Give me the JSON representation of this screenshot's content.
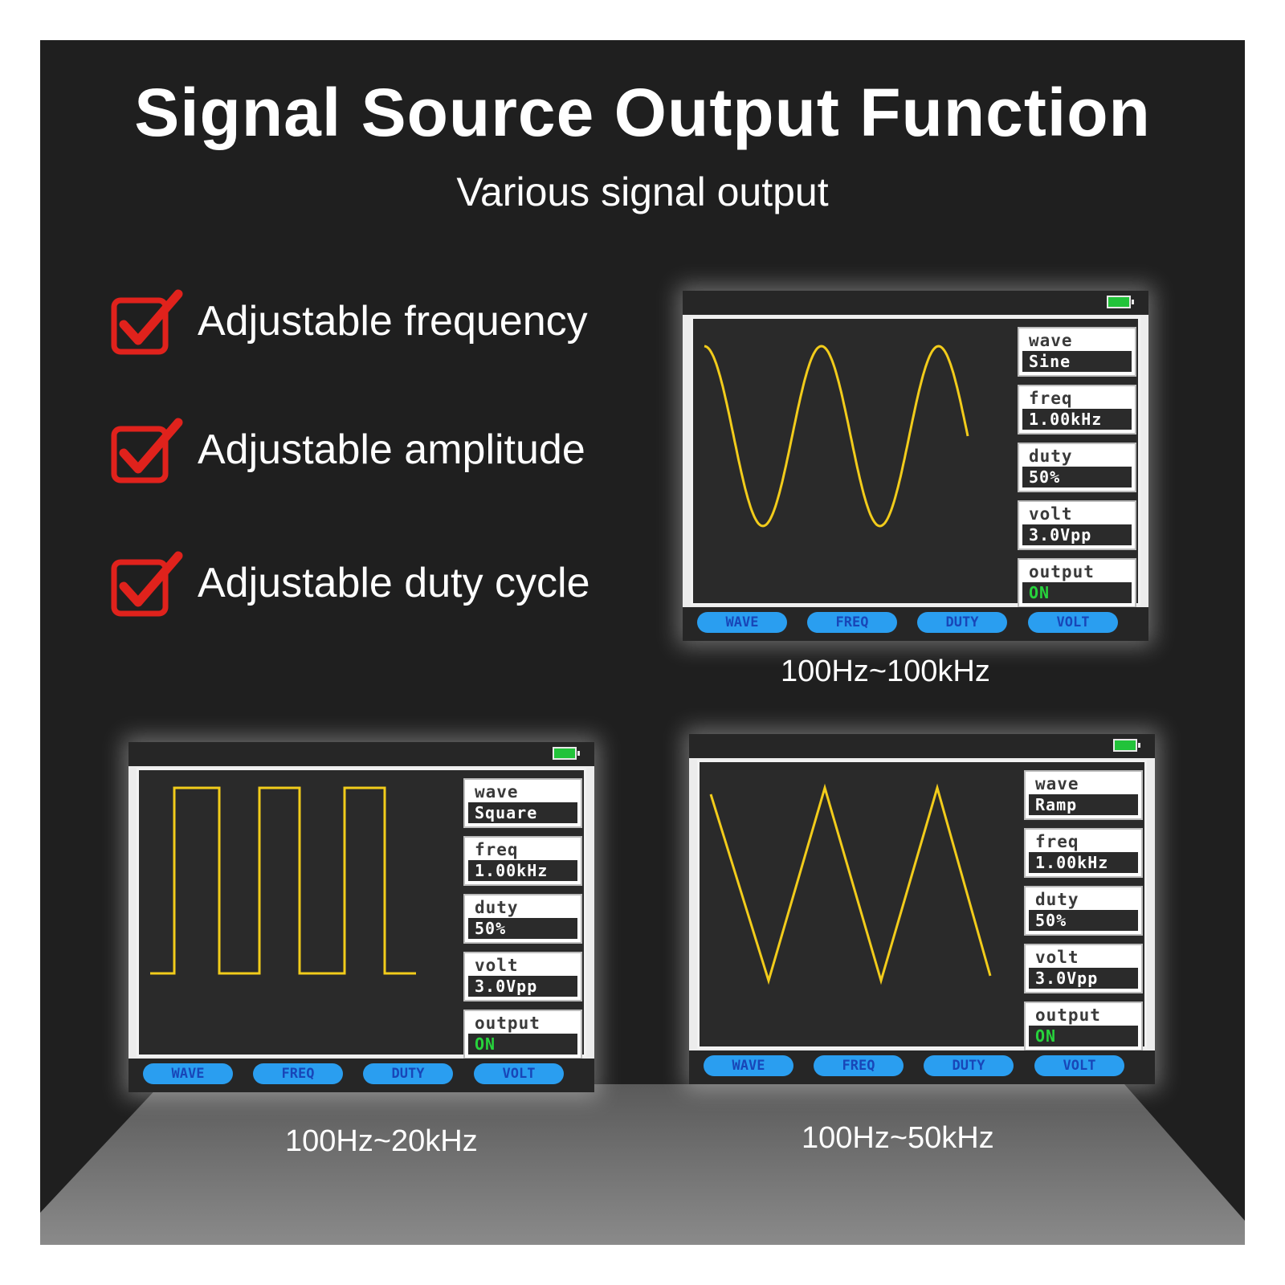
{
  "title": "Signal Source Output Function",
  "subtitle": "Various signal output",
  "features": [
    "Adjustable frequency",
    "Adjustable amplitude",
    "Adjustable duty cycle"
  ],
  "colors": {
    "check": "#e0221c",
    "waveform": "#f2cc1b",
    "button": "#2a9ef0",
    "output_on": "#27d43c",
    "battery": "#22c33a"
  },
  "devices": [
    {
      "shape": "sine",
      "range_label": "100Hz~100kHz",
      "params": {
        "wave_label": "wave",
        "wave_value": "Sine",
        "freq_label": "freq",
        "freq_value": "1.00kHz",
        "duty_label": "duty",
        "duty_value": "50%",
        "volt_label": "volt",
        "volt_value": "3.0Vpp",
        "output_label": "output",
        "output_value": "ON"
      },
      "buttons": [
        "WAVE",
        "FREQ",
        "DUTY",
        "VOLT"
      ]
    },
    {
      "shape": "square",
      "range_label": "100Hz~20kHz",
      "params": {
        "wave_label": "wave",
        "wave_value": "Square",
        "freq_label": "freq",
        "freq_value": "1.00kHz",
        "duty_label": "duty",
        "duty_value": "50%",
        "volt_label": "volt",
        "volt_value": "3.0Vpp",
        "output_label": "output",
        "output_value": "ON"
      },
      "buttons": [
        "WAVE",
        "FREQ",
        "DUTY",
        "VOLT"
      ]
    },
    {
      "shape": "ramp",
      "range_label": "100Hz~50kHz",
      "params": {
        "wave_label": "wave",
        "wave_value": "Ramp",
        "freq_label": "freq",
        "freq_value": "1.00kHz",
        "duty_label": "duty",
        "duty_value": "50%",
        "volt_label": "volt",
        "volt_value": "3.0Vpp",
        "output_label": "output",
        "output_value": "ON"
      },
      "buttons": [
        "WAVE",
        "FREQ",
        "DUTY",
        "VOLT"
      ]
    }
  ]
}
